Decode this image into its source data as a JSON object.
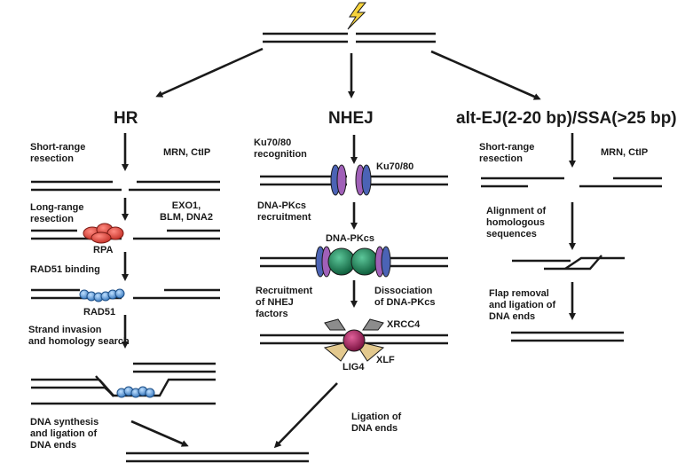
{
  "pathways": {
    "hr": "HR",
    "nhej": "NHEJ",
    "alt": "alt-EJ(2-20 bp)/SSA(>25 bp)"
  },
  "hr": {
    "short_range_l1": "Short-range",
    "short_range_l2": "resection",
    "mrn": "MRN, CtIP",
    "long_range_l1": "Long-range",
    "long_range_l2": "resection",
    "exo_l1": "EXO1,",
    "exo_l2": "BLM, DNA2",
    "rpa": "RPA",
    "rad51_binding": "RAD51 binding",
    "rad51": "RAD51",
    "strand_l1": "Strand invasion",
    "strand_l2": "and homology search",
    "synth_l1": "DNA synthesis",
    "synth_l2": "and ligation of",
    "synth_l3": "DNA ends"
  },
  "nhej": {
    "ku_recog_l1": "Ku70/80",
    "ku_recog_l2": "recognition",
    "ku_label": "Ku70/80",
    "pkcs_rec_l1": "DNA-PKcs",
    "pkcs_rec_l2": "recruitment",
    "pkcs_label": "DNA-PKcs",
    "recruit_l1": "Recruitment",
    "recruit_l2": "of NHEJ",
    "recruit_l3": "factors",
    "dissoc_l1": "Dissociation",
    "dissoc_l2": "of DNA-PKcs",
    "xrcc4": "XRCC4",
    "xlf": "XLF",
    "lig4": "LIG4",
    "ligation_l1": "Ligation of",
    "ligation_l2": "DNA ends"
  },
  "alt": {
    "short_range_l1": "Short-range",
    "short_range_l2": "resection",
    "mrn": "MRN, CtIP",
    "align_l1": "Alignment of",
    "align_l2": "homologous",
    "align_l3": "sequences",
    "flap_l1": "Flap removal",
    "flap_l2": "and ligation of",
    "flap_l3": "DNA ends"
  },
  "colors": {
    "ink": "#1a1a1a",
    "rpa": "#e8514a",
    "rad51": "#6aa6dc",
    "ku_blue": "#4b63b5",
    "ku_purple": "#a060b8",
    "pkcs_green": "#1f8a5e",
    "lig4": "#a8245a",
    "xlf_tan": "#e3c98e",
    "xrcc4_gray": "#8c8c8c",
    "lightning": "#f6d33c"
  },
  "icons": [
    "lightning-icon"
  ]
}
